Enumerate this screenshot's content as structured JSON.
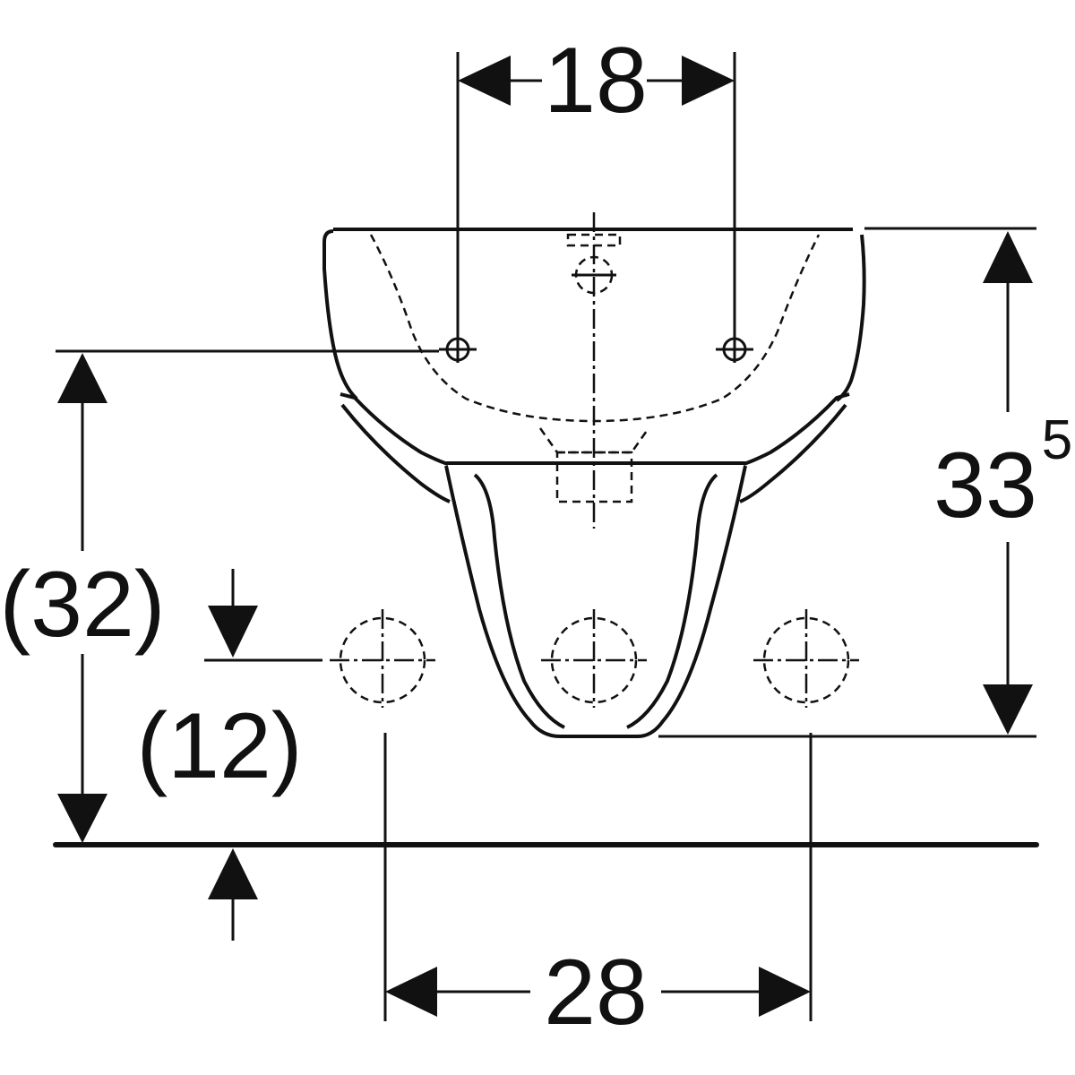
{
  "drawing": {
    "type": "bidet-dimension-drawing",
    "unit": "cm",
    "dimensions": {
      "tap_hole_spacing": "18",
      "height_main": "33",
      "height_superscript": "5",
      "mount_height": "(32)",
      "supply_height": "(12)",
      "supply_spacing": "28"
    }
  }
}
